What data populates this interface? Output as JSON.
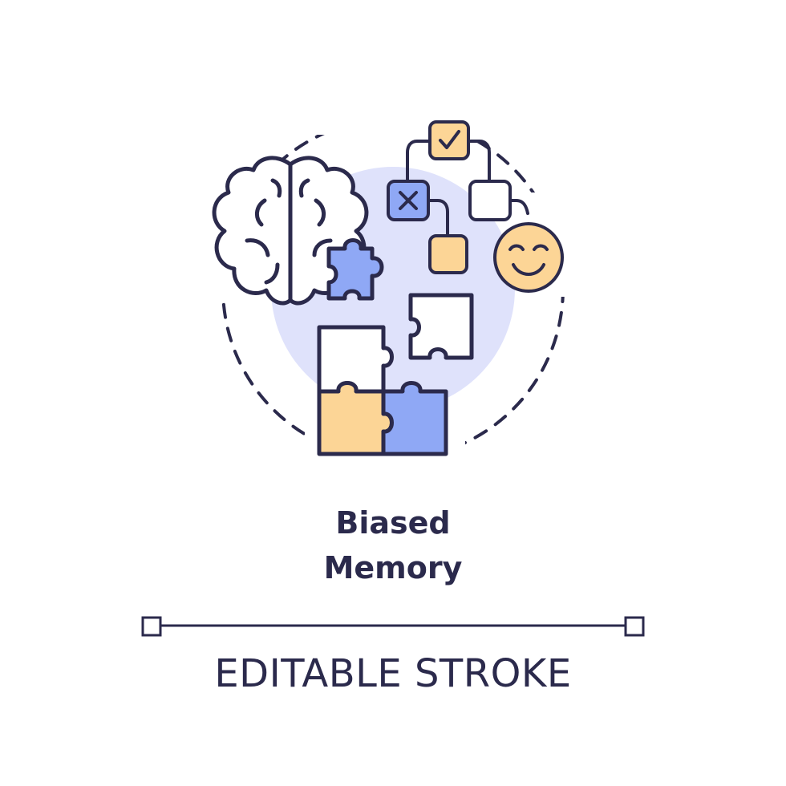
{
  "title": {
    "line1": "Biased",
    "line2": "Memory"
  },
  "caption": "EDITABLE STROKE",
  "icons": {
    "brain": "brain-icon",
    "puzzle": "puzzle-icon",
    "decision": "decision-flow-icon",
    "smile": "smiley-face-icon",
    "check": "check-icon",
    "cross": "cross-icon"
  },
  "colors": {
    "stroke": "#2b2a4c",
    "blue": "#8fa8f5",
    "yellow": "#fcd596",
    "lavender": "#dfe2fb",
    "white": "#ffffff"
  }
}
